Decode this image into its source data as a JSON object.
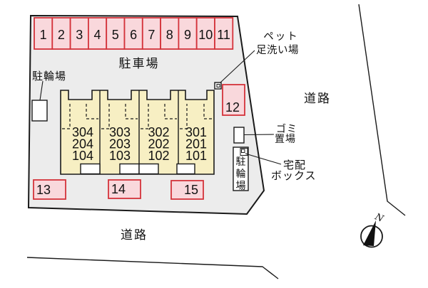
{
  "colors": {
    "plot_fill": "#ececec",
    "outline": "#1a1a1a",
    "stall_fill": "#f9d8dc",
    "stall_border": "#d4333b",
    "building_fill": "#f7efc3"
  },
  "parking_row_stalls": [
    "1",
    "2",
    "3",
    "4",
    "5",
    "6",
    "7",
    "8",
    "9",
    "10",
    "11"
  ],
  "stalls": {
    "s12": "12",
    "s13": "13",
    "s14": "14",
    "s15": "15"
  },
  "units": [
    {
      "rooms": [
        "304",
        "204",
        "104"
      ]
    },
    {
      "rooms": [
        "303",
        "203",
        "103"
      ]
    },
    {
      "rooms": [
        "302",
        "202",
        "102"
      ]
    },
    {
      "rooms": [
        "301",
        "201",
        "101"
      ]
    }
  ],
  "labels": {
    "parking_lot": "駐車場",
    "bicycle_left": "駐輪場",
    "road_right": "道路",
    "road_bottom": "道路",
    "pet_wash_1": "ペット",
    "pet_wash_2": "足洗い場",
    "garbage_1": "ゴミ",
    "garbage_2": "置場",
    "delivery_1": "宅配",
    "delivery_2": "ボックス",
    "compass_north": "N"
  },
  "bicycle_right_chars": [
    "駐",
    "輪",
    "場"
  ]
}
